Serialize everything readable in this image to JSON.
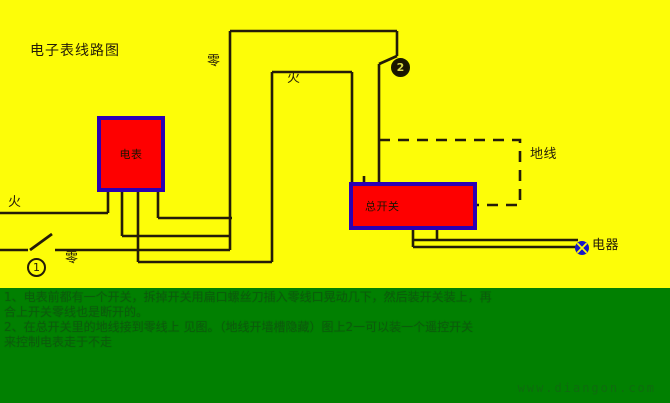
{
  "diagram": {
    "title": "电子表线路图",
    "labels": {
      "neutral_top": "零",
      "live_top": "火",
      "live_left": "火",
      "neutral_bottom": "零",
      "ground": "地线",
      "appliance": "电器"
    },
    "devices": {
      "meter": "电表",
      "main_switch": "总开关"
    },
    "markers": {
      "switch_1": "1",
      "switch_2": "2"
    },
    "colors": {
      "background": "#fdfd08",
      "wire": "#241c08",
      "device_fill": "#fe0000",
      "device_border": "#2b00b4",
      "appliance_symbol": "#1616c8",
      "caption_background": "#018001",
      "caption_text": "#0a5d0a"
    }
  },
  "caption": {
    "lines": [
      "1、电表前都有一个开关，拆掉开关用扁口螺丝刀插入零线口晃动几下，然后装开关装上，再",
      "合上开关零线也是断开的。",
      "2、在总开关里的地线接到零线上 见图。（地线开墙槽隐藏）图上2一可以装一个遥控开关",
      "来控制电表走于不走"
    ],
    "watermark": "www.diangon.com"
  }
}
